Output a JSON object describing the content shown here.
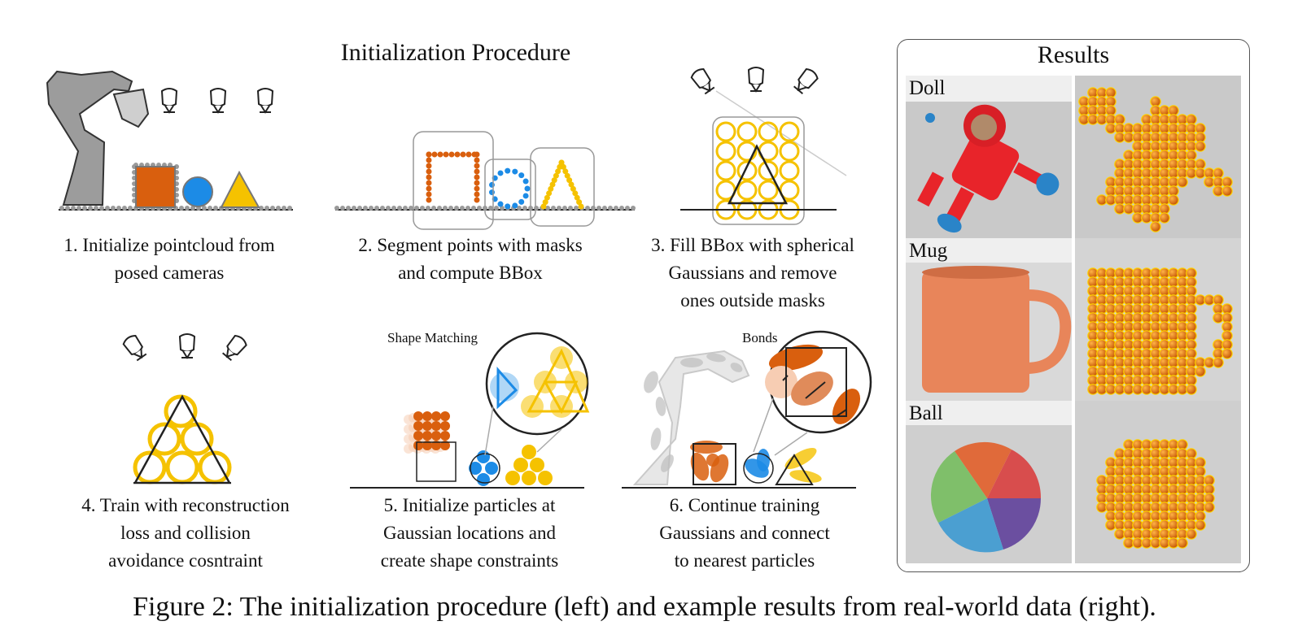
{
  "diagram": {
    "title": "Initialization Procedure",
    "steps": [
      {
        "id": 1,
        "caption": [
          "1. Initialize pointcloud from",
          "posed cameras"
        ]
      },
      {
        "id": 2,
        "caption": [
          "2. Segment points with masks",
          "and compute BBox"
        ]
      },
      {
        "id": 3,
        "caption": [
          "3. Fill BBox with spherical",
          "Gaussians and remove",
          "ones outside masks"
        ]
      },
      {
        "id": 4,
        "caption": [
          "4. Train with reconstruction",
          "loss and collision",
          "avoidance cosntraint"
        ]
      },
      {
        "id": 5,
        "caption": [
          "5. Initialize particles at",
          "Gaussian locations and",
          "create shape constraints"
        ]
      },
      {
        "id": 6,
        "caption": [
          "6. Continue training",
          "Gaussians and connect",
          "to nearest particles"
        ]
      }
    ],
    "labels": {
      "shape_matching": "Shape Matching",
      "bonds": "Bonds"
    },
    "colors": {
      "orange": "#d95f0e",
      "blue": "#1c8be6",
      "yellow": "#f5c200",
      "gray": "#9a9a9a"
    }
  },
  "results": {
    "title": "Results",
    "rows": [
      {
        "label": "Doll"
      },
      {
        "label": "Mug"
      },
      {
        "label": "Ball"
      }
    ]
  },
  "figure_caption": "Figure 2: The initialization procedure (left) and example results from real-world data (right)."
}
